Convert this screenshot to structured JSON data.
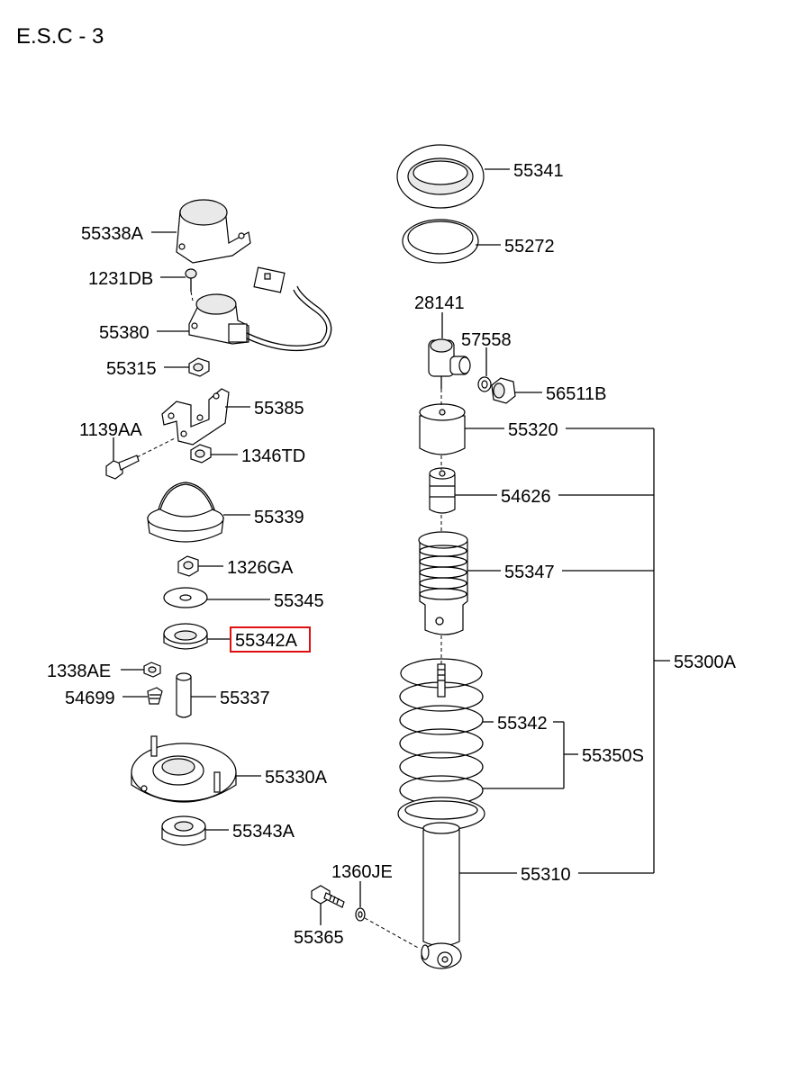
{
  "page": {
    "title": "E.S.C - 3"
  },
  "highlight_color": "#e01010",
  "labels": {
    "p55341": "55341",
    "p55272": "55272",
    "p28141": "28141",
    "p57558": "57558",
    "p56511B": "56511B",
    "p55320": "55320",
    "p54626": "54626",
    "p55347": "55347",
    "p55300A": "55300A",
    "p55342": "55342",
    "p55350S": "55350S",
    "p55310": "55310",
    "p1360JE": "1360JE",
    "p55365": "55365",
    "p55338A": "55338A",
    "p1231DB": "1231DB",
    "p55380": "55380",
    "p55315": "55315",
    "p55385": "55385",
    "p1139AA": "1139AA",
    "p1346TD": "1346TD",
    "p55339": "55339",
    "p1326GA": "1326GA",
    "p55345": "55345",
    "p55342A": "55342A",
    "p1338AE": "1338AE",
    "p54699": "54699",
    "p55337": "55337",
    "p55330A": "55330A",
    "p55343A": "55343A"
  }
}
